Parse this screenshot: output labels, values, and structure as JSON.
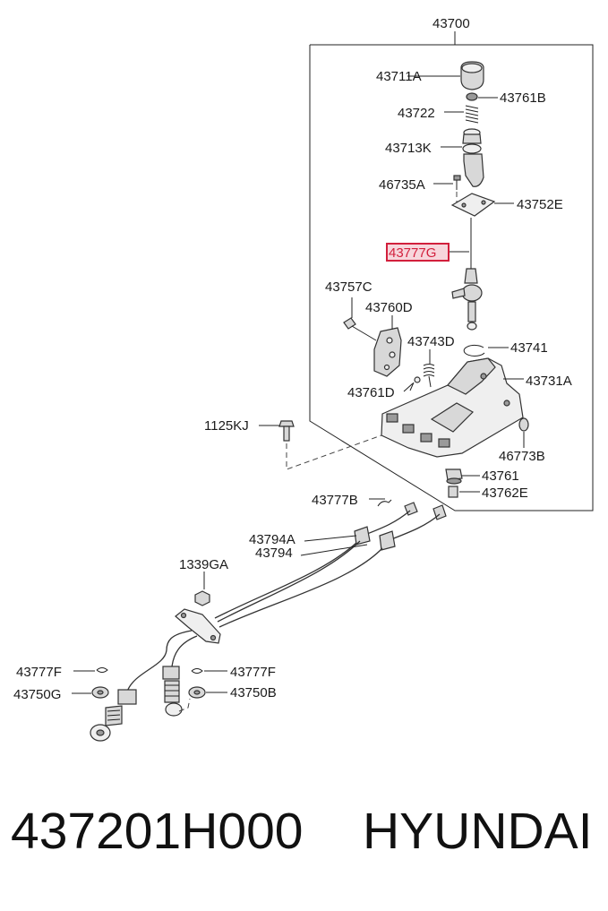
{
  "diagram": {
    "labels": {
      "l43700": "43700",
      "l43711A": "43711A",
      "l43761B": "43761B",
      "l43722": "43722",
      "l43713K": "43713K",
      "l46735A": "46735A",
      "l43752E": "43752E",
      "l43777G": "43777G",
      "l43757C": "43757C",
      "l43760D": "43760D",
      "l43743D": "43743D",
      "l43741": "43741",
      "l43731A": "43731A",
      "l43761D": "43761D",
      "l1125KJ": "1125KJ",
      "l46773B": "46773B",
      "l43761": "43761",
      "l43762E": "43762E",
      "l43777B": "43777B",
      "l43794A": "43794A",
      "l43794": "43794",
      "l1339GA": "1339GA",
      "l43777F_left": "43777F",
      "l43777F_right": "43777F",
      "l43750G": "43750G",
      "l43750B": "43750B"
    },
    "highlight_color": "#d21f3c"
  },
  "footer": {
    "part_number": "437201H000",
    "brand": "HYUNDAI"
  }
}
